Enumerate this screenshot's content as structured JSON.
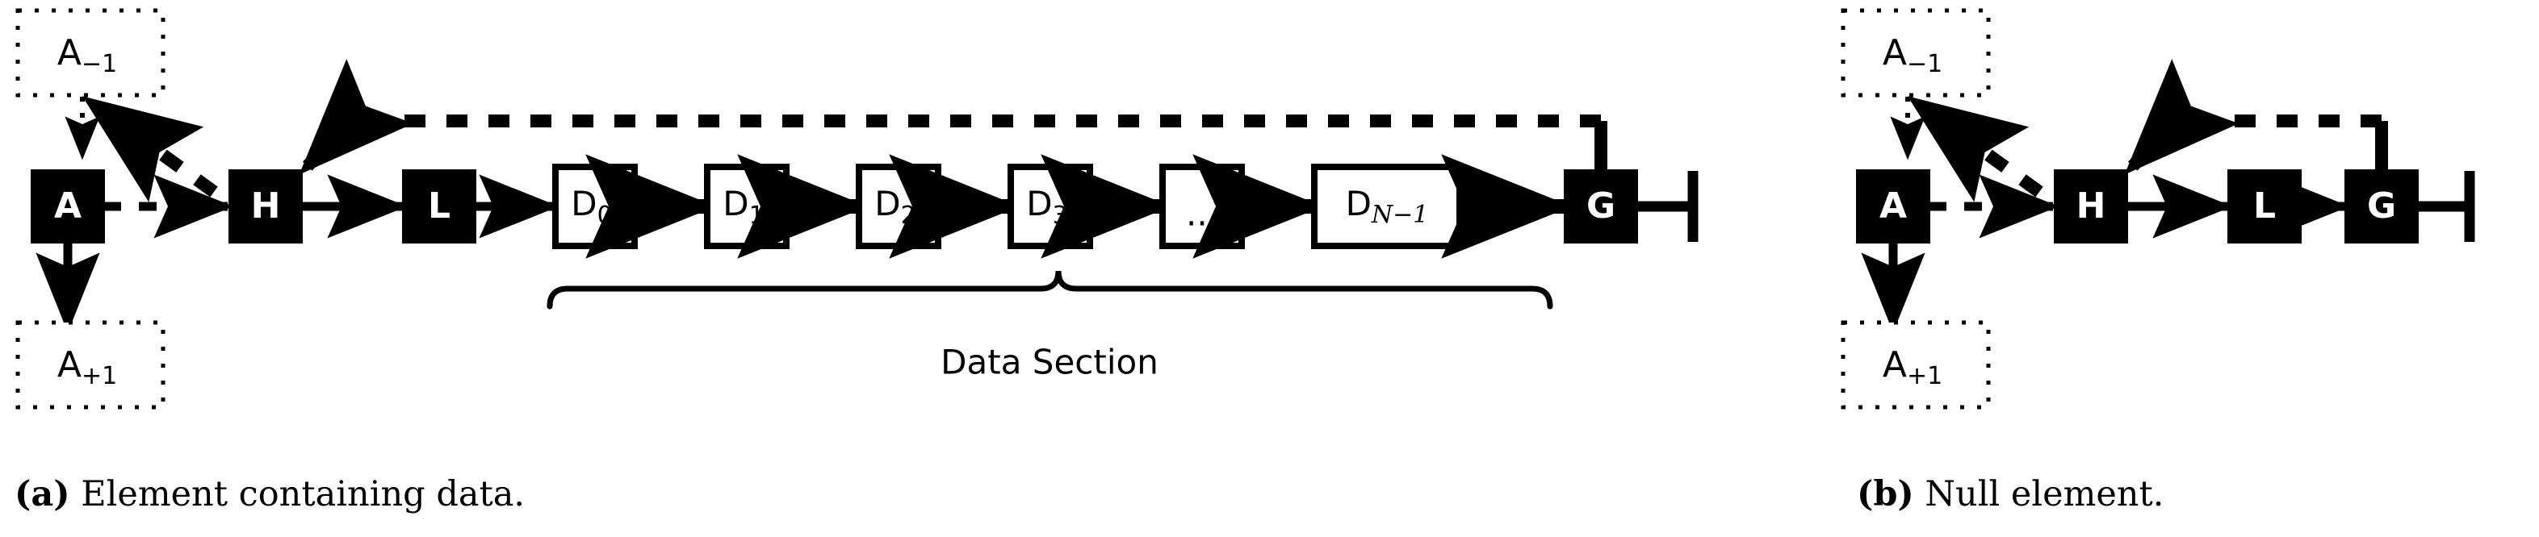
{
  "figure": {
    "background_color": "#ffffff",
    "stroke_color": "#000000",
    "filled_node_fill": "#000000",
    "filled_node_text": "#ffffff",
    "open_node_fill": "#ffffff",
    "open_node_text": "#000000"
  },
  "panel_a": {
    "caption_tag": "(a)",
    "caption_body": " Element containing data.",
    "ghost_prev": {
      "base": "A",
      "sub": "−1"
    },
    "ghost_next": {
      "base": "A",
      "sub": "+1"
    },
    "nodes": [
      {
        "id": "A",
        "label": "A",
        "style": "filled"
      },
      {
        "id": "H",
        "label": "H",
        "style": "filled"
      },
      {
        "id": "L",
        "label": "L",
        "style": "filled"
      },
      {
        "id": "D0",
        "label": "D",
        "sub": "0",
        "style": "open"
      },
      {
        "id": "D1",
        "label": "D",
        "sub": "1",
        "style": "open"
      },
      {
        "id": "D2",
        "label": "D",
        "sub": "2",
        "style": "open"
      },
      {
        "id": "D3",
        "label": "D",
        "sub": "3",
        "style": "open"
      },
      {
        "id": "Dots",
        "label": "...",
        "style": "open"
      },
      {
        "id": "DN",
        "label": "D",
        "sub": "N−1",
        "sub_italic": true,
        "style": "open"
      },
      {
        "id": "G",
        "label": "G",
        "style": "filled"
      }
    ],
    "brace_label": "Data Section"
  },
  "panel_b": {
    "caption_tag": "(b)",
    "caption_body": " Null element.",
    "ghost_prev": {
      "base": "A",
      "sub": "−1"
    },
    "ghost_next": {
      "base": "A",
      "sub": "+1"
    },
    "nodes": [
      {
        "id": "A",
        "label": "A",
        "style": "filled"
      },
      {
        "id": "H",
        "label": "H",
        "style": "filled"
      },
      {
        "id": "L",
        "label": "L",
        "style": "filled"
      },
      {
        "id": "G",
        "label": "G",
        "style": "filled"
      }
    ]
  }
}
